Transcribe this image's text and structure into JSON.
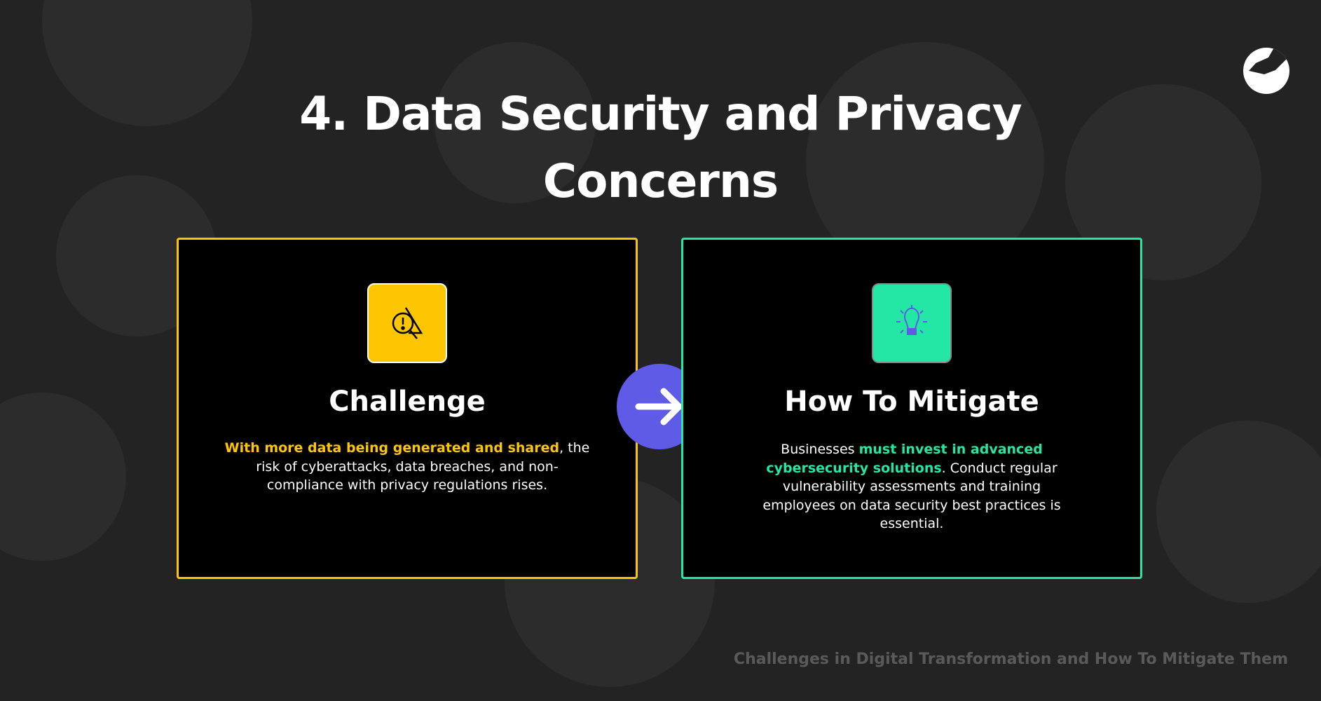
{
  "title": {
    "line1": "4. Data Security and Privacy",
    "line2": "Concerns"
  },
  "challenge": {
    "heading": "Challenge",
    "highlight": "With more data being generated and shared",
    "text": ", the risk of cyberattacks, data breaches, and non-compliance with privacy regulations rises.",
    "icon": "warning-search-icon",
    "color": "#fec601"
  },
  "mitigate": {
    "heading": "How To Mitigate",
    "pre": "Businesses ",
    "highlight": "must invest in advanced cybersecurity solutions",
    "text": ". Conduct regular vulnerability assessments and training employees on data security best practices is essential.",
    "icon": "lightbulb-icon",
    "color": "#23e8a5"
  },
  "footer": "Challenges in Digital Transformation and How To Mitigate Them",
  "accent": "#5f5be6"
}
